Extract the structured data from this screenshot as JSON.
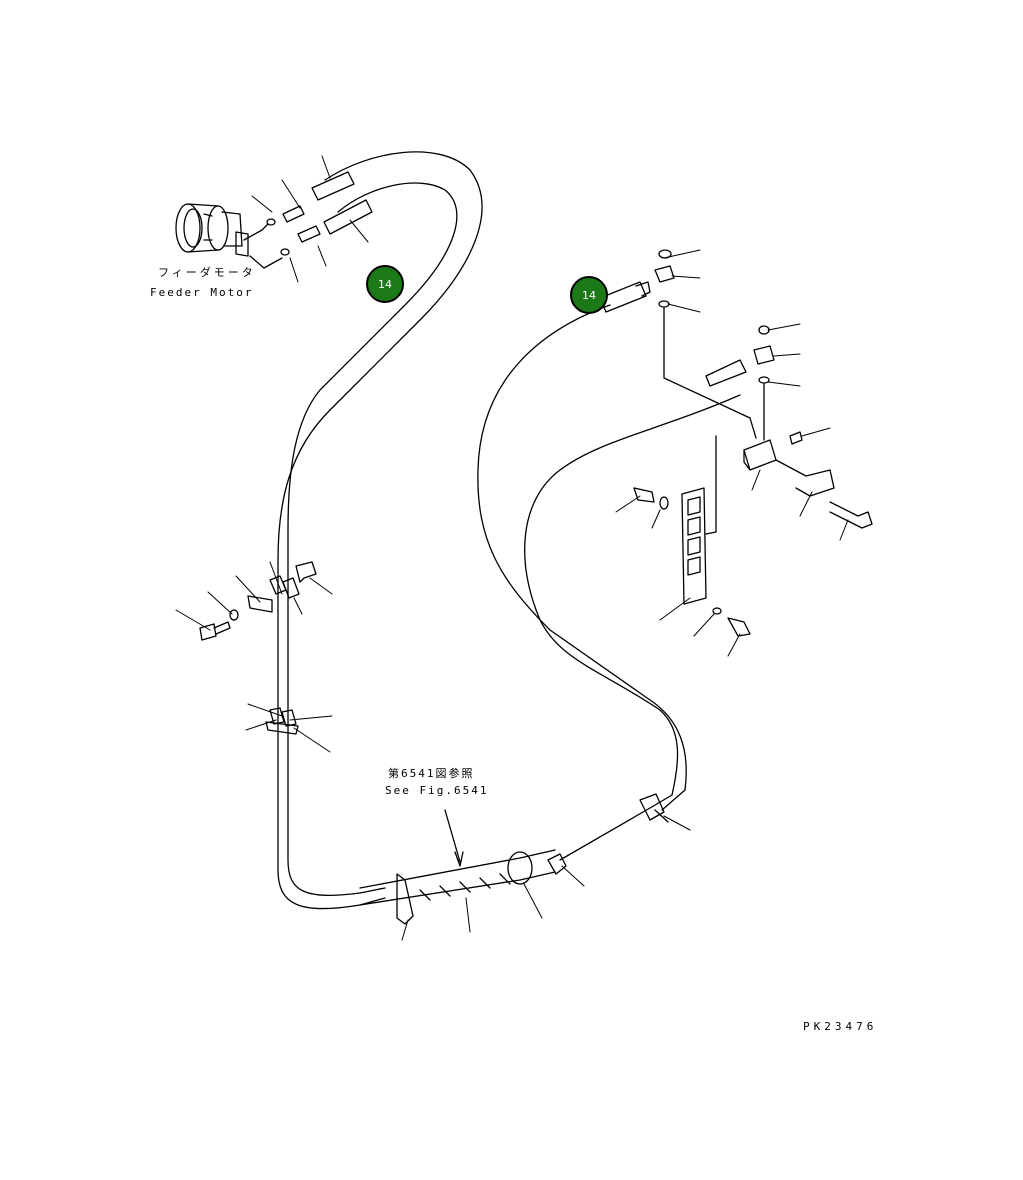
{
  "labels": {
    "feeder_jp": "フィーダモータ",
    "feeder_en": "Feeder Motor",
    "fig_ref_jp": "第6541図参照",
    "fig_ref_en": "See Fig.6541",
    "drawing_number": "PK23476"
  },
  "callouts": [
    {
      "id": "callout-left",
      "text": "14",
      "color": "#1b7a17"
    },
    {
      "id": "callout-right",
      "text": "14",
      "color": "#1b7a17"
    }
  ],
  "colors": {
    "line": "#000000",
    "background": "#ffffff",
    "callout": "#1b7a17"
  }
}
